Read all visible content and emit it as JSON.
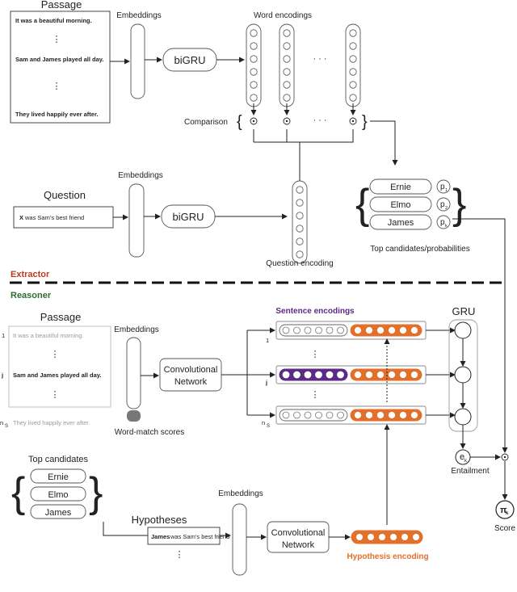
{
  "extractor": {
    "passage_title": "Passage",
    "passage_lines": [
      "It was a beautiful morning.",
      "Sam and James played all day.",
      "They lived happily ever after."
    ],
    "embeddings_label": "Embeddings",
    "word_encodings_label": "Word encodings",
    "bigru_label": "biGRU",
    "comparison_label": "Comparison",
    "question_title": "Question",
    "question_x": "X",
    "question_rest": " was Sam’s best friend",
    "q_embeddings_label": "Embeddings",
    "q_bigru_label": "biGRU",
    "question_encoding_label": "Question encoding",
    "candidates": [
      "Ernie",
      "Elmo",
      "James"
    ],
    "prob_labels": [
      "p",
      "p",
      "p"
    ],
    "prob_subs": [
      "1",
      "2",
      "k"
    ],
    "top_candidates_label": "Top candidates/probabilities",
    "section_label": "Extractor"
  },
  "reasoner": {
    "section_label": "Reasoner",
    "passage_title": "Passage",
    "passage_lines": [
      "It was a beautiful morning.",
      "Sam and James played all day.",
      "They lived happily ever after."
    ],
    "row_labels": [
      "1",
      "j",
      "n",
      "S"
    ],
    "embeddings_label": "Embeddings",
    "word_match_label": "Word-match scores",
    "conv_label_1": "Convolutional",
    "conv_label_2": "Network",
    "sentence_encodings_label": "Sentence encodings",
    "gru_label": "GRU",
    "enc_row_labels": [
      "1",
      "j",
      "n",
      "S"
    ],
    "entailment_e": "e",
    "entailment_sub": "k",
    "entailment_label": "Entailment",
    "score_pi": "π",
    "score_sub": "k",
    "score_label": "Score",
    "top_candidates_title": "Top candidates",
    "candidates": [
      "Ernie",
      "Elmo",
      "James"
    ],
    "hypotheses_title": "Hypotheses",
    "hypothesis_bold": "James",
    "hypothesis_rest": " was Sam’s best friend",
    "h_embeddings_label": "Embeddings",
    "h_conv_label_1": "Convolutional",
    "h_conv_label_2": "Network",
    "hypothesis_encoding_label": "Hypothesis encoding"
  },
  "colors": {
    "purple": "#5b2a86",
    "orange": "#e2702a",
    "extractor_red": "#c0391b",
    "reasoner_green": "#2e6b2e"
  }
}
